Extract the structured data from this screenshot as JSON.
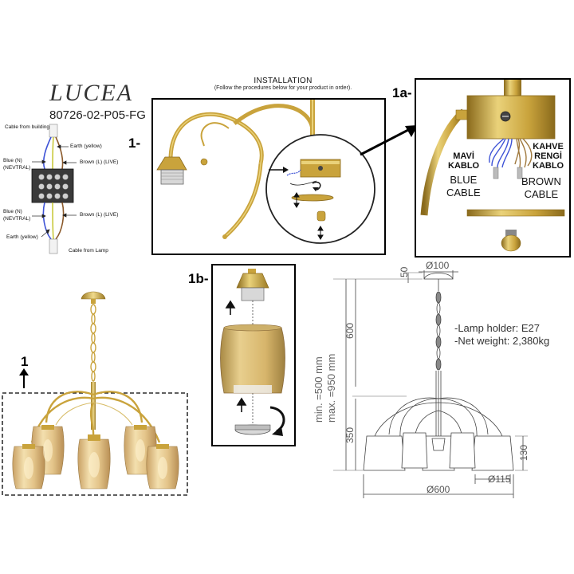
{
  "brand": "LUCEA",
  "model": "80726-02-P05-FG",
  "installation": {
    "title": "INSTALLATION",
    "subtitle": "(Follow the procedures below for your product in order)."
  },
  "wiring": {
    "cable_from_building": "Cable from building",
    "earth_top": "Earth (yellow)",
    "blue_top_1": "Blue (N)",
    "blue_top_2": "(NEVTRAL)",
    "brown_top": "Brown (L) (LIVE)",
    "blue_bottom_1": "Blue (N)",
    "blue_bottom_2": "(NEVTRAL)",
    "brown_bottom": "Brown (L) (LIVE)",
    "earth_bottom": "Earth (yellow)",
    "cable_from_lamp": "Cable from Lamp"
  },
  "steps": {
    "s1": "1-",
    "s1a": "1a-",
    "s1b": "1b-",
    "s1_product": "1"
  },
  "cables": {
    "blue_tr_1": "MAVİ",
    "blue_tr_2": "KABLO",
    "blue_en_1": "BLUE",
    "blue_en_2": "CABLE",
    "brown_tr_1": "KAHVE",
    "brown_tr_2": "RENGİ",
    "brown_tr_3": "KABLO",
    "brown_en_1": "BROWN",
    "brown_en_2": "CABLE"
  },
  "specs": {
    "lamp_holder": "-Lamp holder: E27",
    "net_weight": "-Net weight: 2,380kg"
  },
  "dimensions": {
    "canopy_diameter": "Ø100",
    "canopy_height": "50",
    "chain_length": "600",
    "min_height": "min. =500 mm",
    "max_height": "max. =950 mm",
    "body_height": "350",
    "shade_height": "130",
    "shade_diameter": "Ø115",
    "overall_diameter": "Ø600"
  },
  "colors": {
    "brass": "#c9a33c",
    "brass_light": "#ead27a",
    "brass_dark": "#8a6a1c",
    "glass": "#d8b46a",
    "blue_wire": "#3e53d6",
    "brown_wire": "#a0793e",
    "line": "#000000"
  }
}
